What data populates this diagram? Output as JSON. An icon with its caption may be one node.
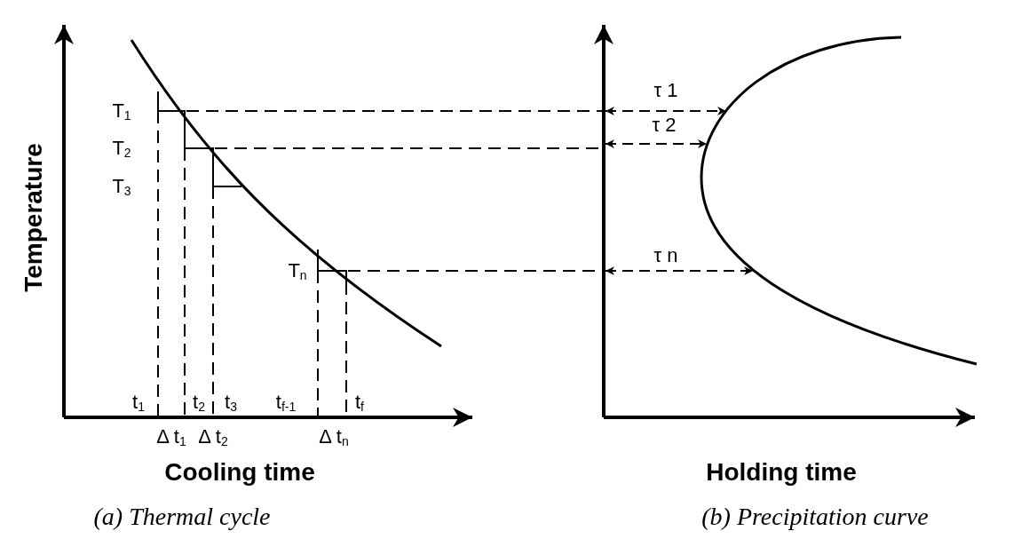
{
  "diagram": {
    "labels": [
      "T$_{1}$",
      "τ 1",
      "T$_{2}$",
      "τ 2",
      "T$_{3}$",
      "T$_{n}$",
      "τ n",
      "t$_{1}$",
      "t$_{2}$",
      "t$_{3}$",
      "t$_{f-1}$",
      "t$_{f}$",
      "Temperature",
      "Δ t$_{1}$",
      "Δ t$_{2}$",
      "Δ t$_{n}$",
      "Cooling time",
      "Holding time",
      "(a) Thermal cycle",
      "(b) Precipitation curve"
    ]
  }
}
